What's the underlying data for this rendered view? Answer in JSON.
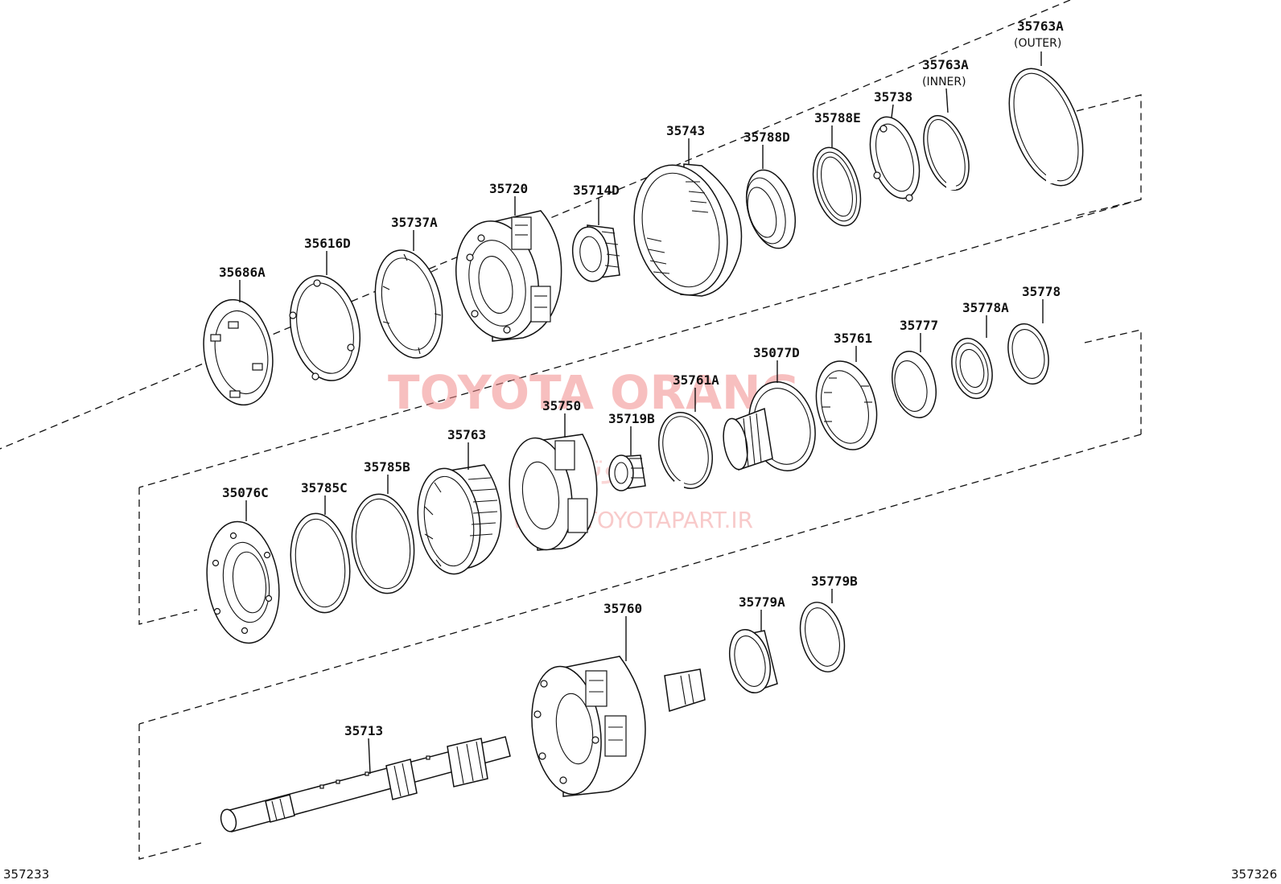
{
  "diagram": {
    "corner_left": "357233",
    "corner_right": "357326",
    "watermark": {
      "brand": "TOYOTA ORANG",
      "arabic": "تیوتا ارنگ",
      "url": "WWW.TOYOTAPART.IR"
    },
    "parts": [
      {
        "id": "p35763A_outer",
        "label": "35763A",
        "note": "(OUTER)"
      },
      {
        "id": "p35763A_inner",
        "label": "35763A",
        "note": "(INNER)"
      },
      {
        "id": "p35738",
        "label": "35738"
      },
      {
        "id": "p35788E",
        "label": "35788E"
      },
      {
        "id": "p35788D",
        "label": "35788D"
      },
      {
        "id": "p35743",
        "label": "35743"
      },
      {
        "id": "p35714D",
        "label": "35714D"
      },
      {
        "id": "p35720",
        "label": "35720"
      },
      {
        "id": "p35737A",
        "label": "35737A"
      },
      {
        "id": "p35616D",
        "label": "35616D"
      },
      {
        "id": "p35686A",
        "label": "35686A"
      },
      {
        "id": "p35778",
        "label": "35778"
      },
      {
        "id": "p35778A",
        "label": "35778A"
      },
      {
        "id": "p35777",
        "label": "35777"
      },
      {
        "id": "p35761",
        "label": "35761"
      },
      {
        "id": "p35077D",
        "label": "35077D"
      },
      {
        "id": "p35761A",
        "label": "35761A"
      },
      {
        "id": "p35719B",
        "label": "35719B"
      },
      {
        "id": "p35750",
        "label": "35750"
      },
      {
        "id": "p35763",
        "label": "35763"
      },
      {
        "id": "p35785B",
        "label": "35785B"
      },
      {
        "id": "p35785C",
        "label": "35785C"
      },
      {
        "id": "p35076C",
        "label": "35076C"
      },
      {
        "id": "p35779B",
        "label": "35779B"
      },
      {
        "id": "p35779A",
        "label": "35779A"
      },
      {
        "id": "p35760",
        "label": "35760"
      },
      {
        "id": "p35713",
        "label": "35713"
      }
    ]
  }
}
